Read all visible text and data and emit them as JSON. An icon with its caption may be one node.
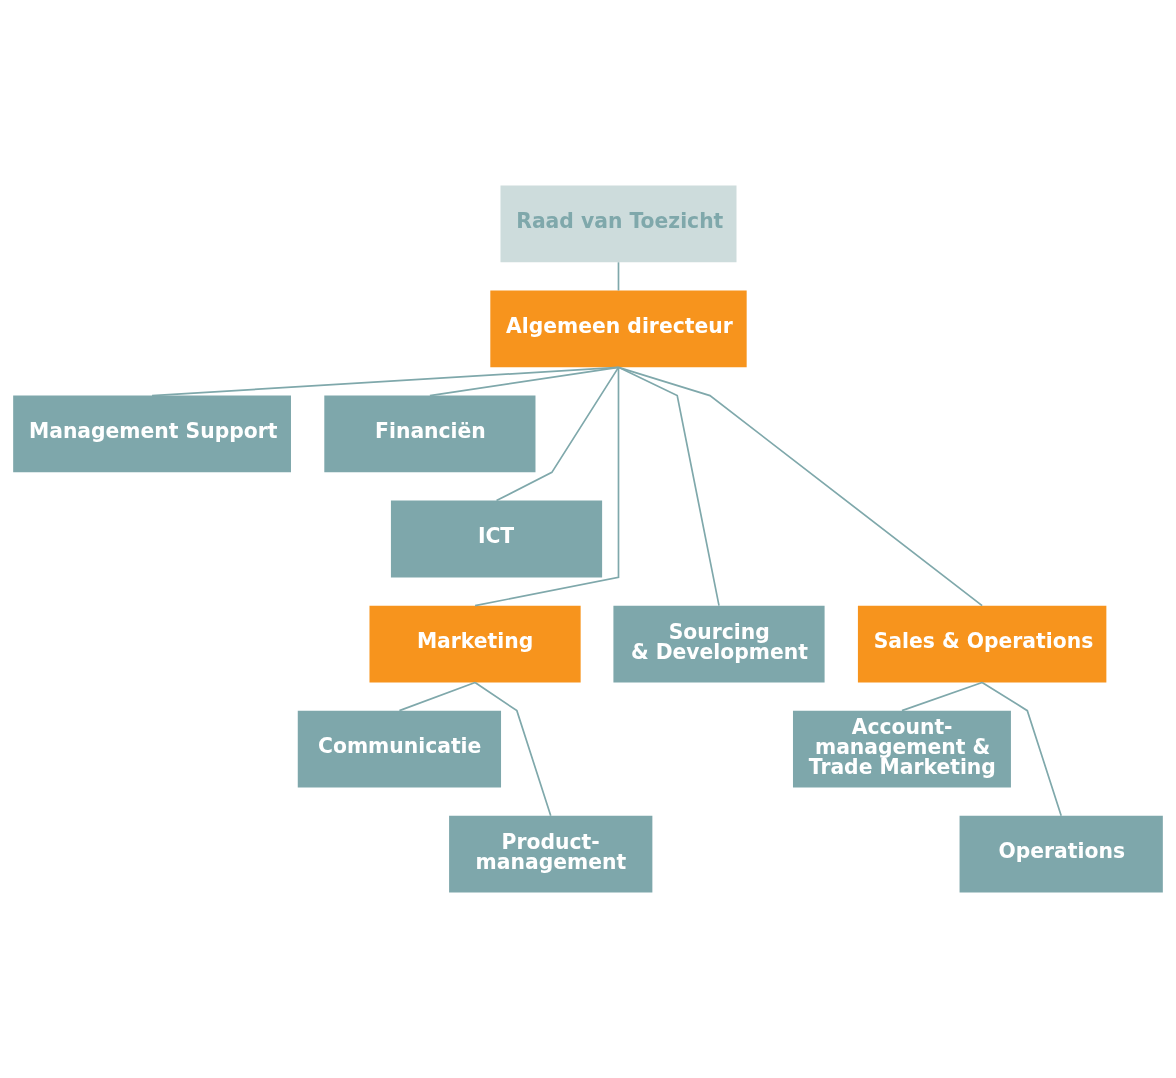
{
  "diagram": {
    "nodes": [
      {
        "text": [
          "Raad van Toezicht"
        ]
      },
      {
        "text": [
          "Algemeen directeur"
        ]
      },
      {
        "text": [
          "Management Support"
        ]
      },
      {
        "text": [
          "Financiën"
        ]
      },
      {
        "text": [
          "ICT"
        ]
      },
      {
        "text": [
          "Marketing"
        ]
      },
      {
        "text": [
          "Sourcing & Development"
        ]
      },
      {
        "text": [
          "Sales & Operations"
        ]
      },
      {
        "text": [
          "Communicatie"
        ]
      },
      {
        "text": [
          "Product- management"
        ]
      },
      {
        "text": [
          "Account- management & Trade Marketing"
        ]
      },
      {
        "text": [
          "Operations"
        ]
      }
    ],
    "edges": [
      {
        "from": 0,
        "to": 1,
        "arrow": "none"
      },
      {
        "from": 1,
        "to": 2,
        "arrow": "none"
      },
      {
        "from": 1,
        "to": 3,
        "arrow": "none"
      },
      {
        "from": 1,
        "to": 4,
        "arrow": "none"
      },
      {
        "from": 1,
        "to": 5,
        "arrow": "none"
      },
      {
        "from": 1,
        "to": 6,
        "arrow": "none"
      },
      {
        "from": 1,
        "to": 7,
        "arrow": "none"
      },
      {
        "from": 5,
        "to": 8,
        "arrow": "none"
      },
      {
        "from": 5,
        "to": 9,
        "arrow": "none"
      },
      {
        "from": 7,
        "to": 10,
        "arrow": "none"
      },
      {
        "from": 7,
        "to": 11,
        "arrow": "none"
      }
    ]
  }
}
